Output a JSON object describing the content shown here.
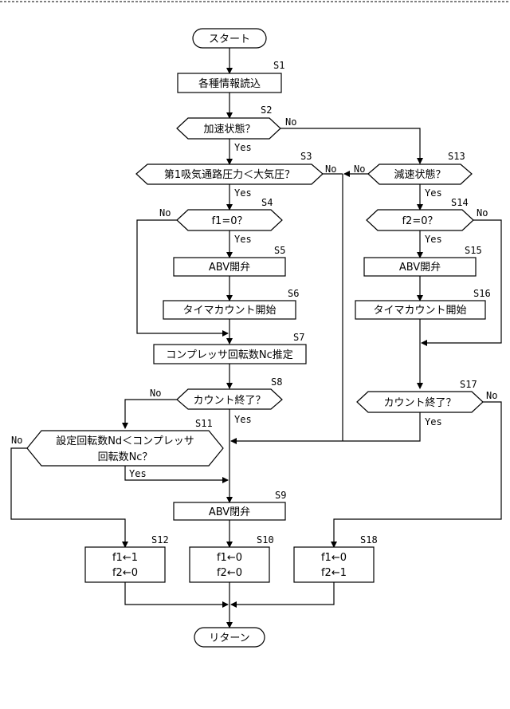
{
  "steps": {
    "start": "スタート",
    "s1": "各種情報読込",
    "s2": "加速状態？",
    "s3": "第1吸気通路圧力＜大気圧？",
    "s4": "f1=0？",
    "s5": "ABV開弁",
    "s6": "タイマカウント開始",
    "s7": "コンプレッサ回転数Nc推定",
    "s8": "カウント終了？",
    "s9": "ABV閉弁",
    "s10_line1": "f1←0",
    "s10_line2": "f2←0",
    "s11_line1": "設定回転数Nd＜コンプレッサ",
    "s11_line2": "回転数Nc？",
    "s12_line1": "f1←1",
    "s12_line2": "f2←0",
    "s13": "減速状態？",
    "s14": "f2=0？",
    "s15": "ABV開弁",
    "s16": "タイマカウント開始",
    "s17": "カウント終了？",
    "s18_line1": "f1←0",
    "s18_line2": "f2←1",
    "end": "リターン"
  },
  "step_labels": {
    "s1": "S1",
    "s2": "S2",
    "s3": "S3",
    "s4": "S4",
    "s5": "S5",
    "s6": "S6",
    "s7": "S7",
    "s8": "S8",
    "s9": "S9",
    "s10": "S10",
    "s11": "S11",
    "s12": "S12",
    "s13": "S13",
    "s14": "S14",
    "s15": "S15",
    "s16": "S16",
    "s17": "S17",
    "s18": "S18"
  },
  "branch": {
    "yes": "Yes",
    "no": "No"
  }
}
